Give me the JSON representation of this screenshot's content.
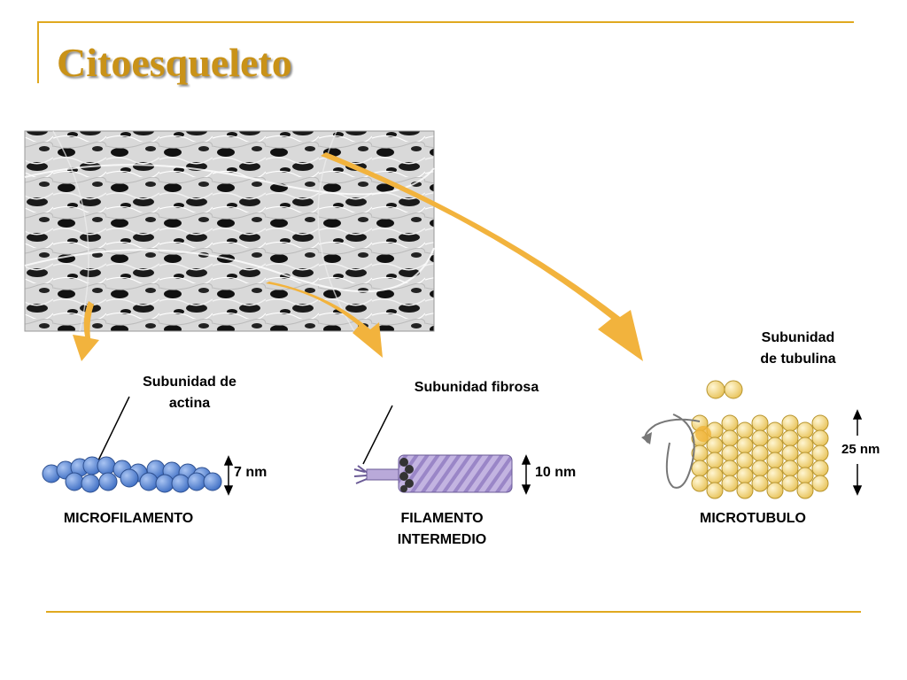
{
  "title": "Citoesqueleto",
  "labels": {
    "actin_subunit": "Subunidad de\nactina",
    "fibrous_subunit": "Subunidad fibrosa",
    "tubulin_subunit": "Subunidad\nde tubulina",
    "microfilament_size": "7 nm",
    "intermediate_size": "10 nm",
    "microtubule_size": "25 nm",
    "microfilament": "MICROFILAMENTO",
    "intermediate_filament": "FILAMENTO\nINTERMEDIO",
    "microtubule": "MICROTUBULO"
  },
  "icons": [
    "micrograph-image",
    "actin-chain",
    "intermediate-filament-rope",
    "microtubule-cylinder",
    "tubulin-dimer",
    "arrow"
  ],
  "colors": {
    "accent": "#e0a91f",
    "title": "#c99218",
    "arrow": "#f2b33d",
    "actin": "#5a86d6",
    "intermediate": "#b9a9d9",
    "tubulin": "#f6dc8a"
  }
}
